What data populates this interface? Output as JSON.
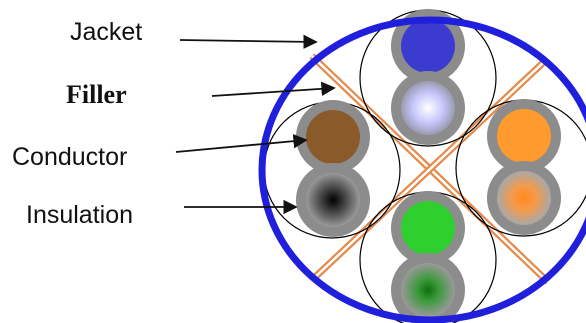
{
  "labels": {
    "jacket": "Jacket",
    "filler": "Filler",
    "conductor": "Conductor",
    "insulation": "Insulation"
  },
  "colors": {
    "jacket": "#1f1fdc",
    "filler": "#e58a4a",
    "insulation": "#8c8c8c",
    "pair_blue_conductor": "#3b3bd0",
    "pair_blue_striped": "#c8c8ff",
    "pair_brown_conductor": "#8b5a2b",
    "pair_brown_striped": "#2a2a2a",
    "pair_orange_conductor": "#ff9a2e",
    "pair_orange_striped": "#ff9030",
    "pair_green_conductor": "#2fcf2f",
    "pair_green_striped": "#1f8f1f"
  }
}
